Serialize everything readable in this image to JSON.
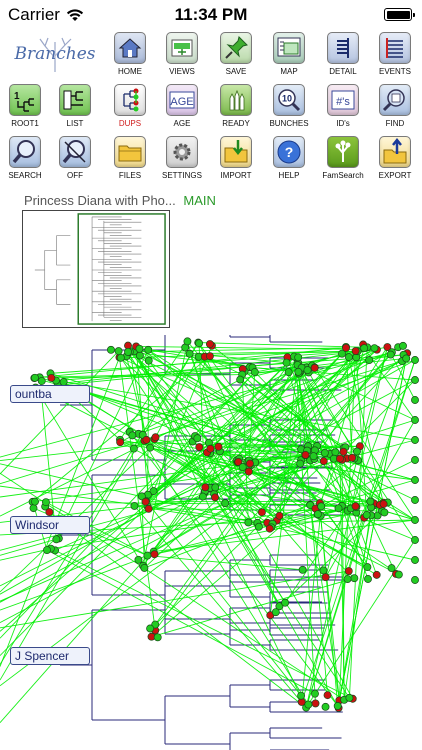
{
  "status_bar": {
    "carrier": "Carrier",
    "time": "11:34 PM"
  },
  "app": {
    "logo_text": "Branches"
  },
  "toolbar": {
    "row1": [
      {
        "id": "home",
        "label": "HOME",
        "icon": "home-icon"
      },
      {
        "id": "views",
        "label": "VIEWS",
        "icon": "views-icon"
      },
      {
        "id": "save",
        "label": "SAVE",
        "icon": "pushpin-icon"
      },
      {
        "id": "map",
        "label": "MAP",
        "icon": "map-icon"
      },
      {
        "id": "detail",
        "label": "DETAIL",
        "icon": "detail-icon"
      },
      {
        "id": "events",
        "label": "EVENTS",
        "icon": "events-icon"
      }
    ],
    "row2": [
      {
        "id": "root1",
        "label": "ROOT1",
        "icon": "root-tree-icon"
      },
      {
        "id": "list",
        "label": "LIST",
        "icon": "list-tree-icon"
      },
      {
        "id": "dups",
        "label": "DUPS",
        "icon": "duplicates-icon"
      },
      {
        "id": "age",
        "label": "AGE",
        "icon": "age-icon",
        "icon_text": "AGE"
      },
      {
        "id": "ready",
        "label": "READY",
        "icon": "ready-icon"
      },
      {
        "id": "bunches",
        "label": "BUNCHES",
        "icon": "bunches-icon",
        "icon_text": "10"
      },
      {
        "id": "ids",
        "label": "ID's",
        "icon": "ids-icon",
        "icon_text": "#'s"
      },
      {
        "id": "find",
        "label": "FIND",
        "icon": "find-icon"
      }
    ],
    "row3": [
      {
        "id": "search",
        "label": "SEARCH",
        "icon": "search-icon"
      },
      {
        "id": "off",
        "label": "OFF",
        "icon": "search-off-icon"
      },
      {
        "id": "files",
        "label": "FILES",
        "icon": "folder-icon"
      },
      {
        "id": "settings",
        "label": "SETTINGS",
        "icon": "gear-icon"
      },
      {
        "id": "import",
        "label": "IMPORT",
        "icon": "import-icon"
      },
      {
        "id": "help",
        "label": "HELP",
        "icon": "help-icon"
      },
      {
        "id": "famsearch",
        "label": "FamSearch",
        "icon": "famsearch-icon"
      },
      {
        "id": "export",
        "label": "EXPORT",
        "icon": "export-icon"
      }
    ]
  },
  "tree": {
    "title": "Princess Diana with Pho...",
    "mode": "MAIN",
    "name_tags": [
      "ountba",
      "Windsor",
      "J Spencer"
    ]
  },
  "colors": {
    "link_line": "#00ee00",
    "node_green": "#22cc22",
    "node_red": "#cc1111",
    "branch_line": "#2a2a7a",
    "mode_text": "#2a9a2a",
    "dups_label": "#d02020"
  }
}
